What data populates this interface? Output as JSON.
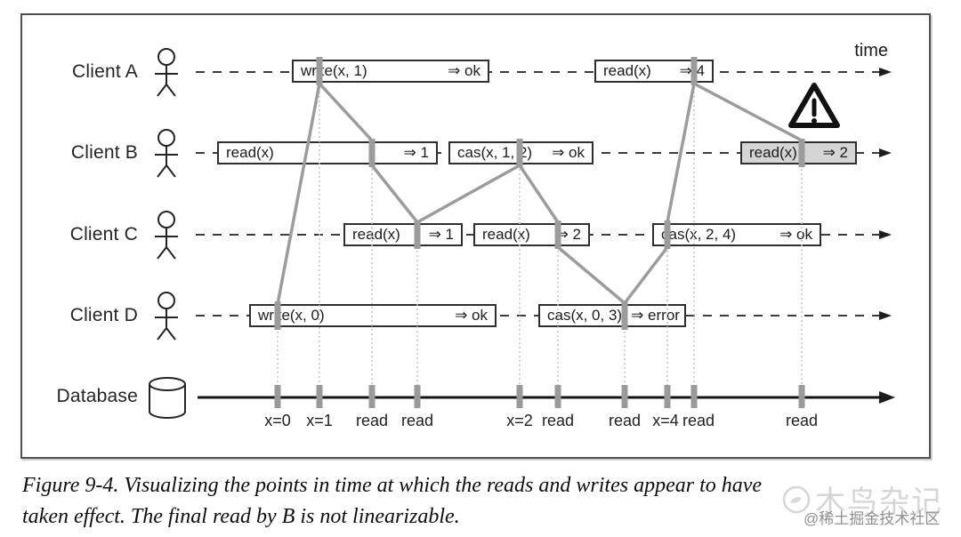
{
  "figure": {
    "time_axis_label": "time",
    "caption_line1": "Figure 9-4. Visualizing the points in time at which the reads and writes appear to have",
    "caption_line2": "taken effect. The final read by B is not linearizable."
  },
  "clients": [
    {
      "name": "Client A",
      "ops": [
        {
          "label": "write(x, 1)",
          "result": "⇒ ok"
        },
        {
          "label": "read(x)",
          "result": "⇒ 4"
        }
      ]
    },
    {
      "name": "Client B",
      "ops": [
        {
          "label": "read(x)",
          "result": "⇒ 1"
        },
        {
          "label": "cas(x, 1, 2)",
          "result": "⇒ ok"
        },
        {
          "label": "read(x)",
          "result": "⇒ 2",
          "highlighted": true,
          "note": "not linearizable"
        }
      ]
    },
    {
      "name": "Client C",
      "ops": [
        {
          "label": "read(x)",
          "result": "⇒ 1"
        },
        {
          "label": "read(x)",
          "result": "⇒ 2"
        },
        {
          "label": "cas(x, 2, 4)",
          "result": "⇒ ok"
        }
      ]
    },
    {
      "name": "Client D",
      "ops": [
        {
          "label": "write(x, 0)",
          "result": "⇒ ok"
        },
        {
          "label": "cas(x, 0, 3)",
          "result": "⇒ error"
        }
      ]
    }
  ],
  "database": {
    "name": "Database",
    "ticks": [
      "x=0",
      "x=1",
      "read",
      "read",
      "x=2",
      "read",
      "read",
      "x=4",
      "read",
      "read"
    ]
  },
  "watermark": {
    "logo_text": "木鸟杂记",
    "community": "@稀土掘金技术社区"
  },
  "colors": {
    "effect_bar": "#9c9c9c",
    "connector_line": "#9c9c9c",
    "highlight_box_fill": "#d5d5d5",
    "warning_icon": "#111111"
  }
}
